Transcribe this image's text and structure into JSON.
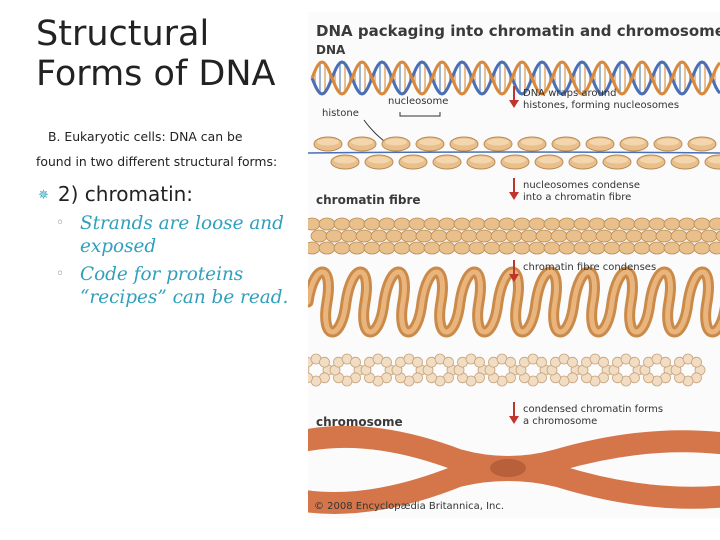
{
  "slide": {
    "title_line1": "Structural",
    "title_line2": "Forms of DNA",
    "intro_line1": "B.  Eukaryotic cells:  DNA can be",
    "intro_line2": "found in two different structural forms:",
    "point": "2)  chromatin:",
    "sub_points": [
      "Strands are loose and exposed",
      "Code for proteins “recipes” can be read."
    ],
    "sub_marker": "◦",
    "bullet_marker": "✵"
  },
  "figure": {
    "title": "DNA packaging into chromatin and chromosome",
    "labels": {
      "dna": "DNA",
      "histone": "histone",
      "nucleosome": "nucleosome",
      "chromatin_fibre": "chromatin fibre",
      "chromosome": "chromosome"
    },
    "steps": [
      "DNA wraps around histones, forming nucleosomes",
      "nucleosomes condense into a chromatin fibre",
      "chromatin fibre condenses",
      "condensed chromatin forms a chromosome"
    ],
    "steps_lines": [
      [
        "DNA wraps around",
        "histones, forming nucleosomes"
      ],
      [
        "nucleosomes condense",
        "into a chromatin fibre"
      ],
      [
        "chromatin fibre condenses"
      ],
      [
        "condensed chromatin forms",
        "a chromosome"
      ]
    ],
    "copyright": "© 2008 Encyclopædia Britannica, Inc.",
    "colors": {
      "histone": "#e9c08c",
      "strand_blue": "#4a6fb5",
      "strand_orange": "#d8893c",
      "chromosome": "#d4764a",
      "arrow": "#c0342c"
    }
  }
}
